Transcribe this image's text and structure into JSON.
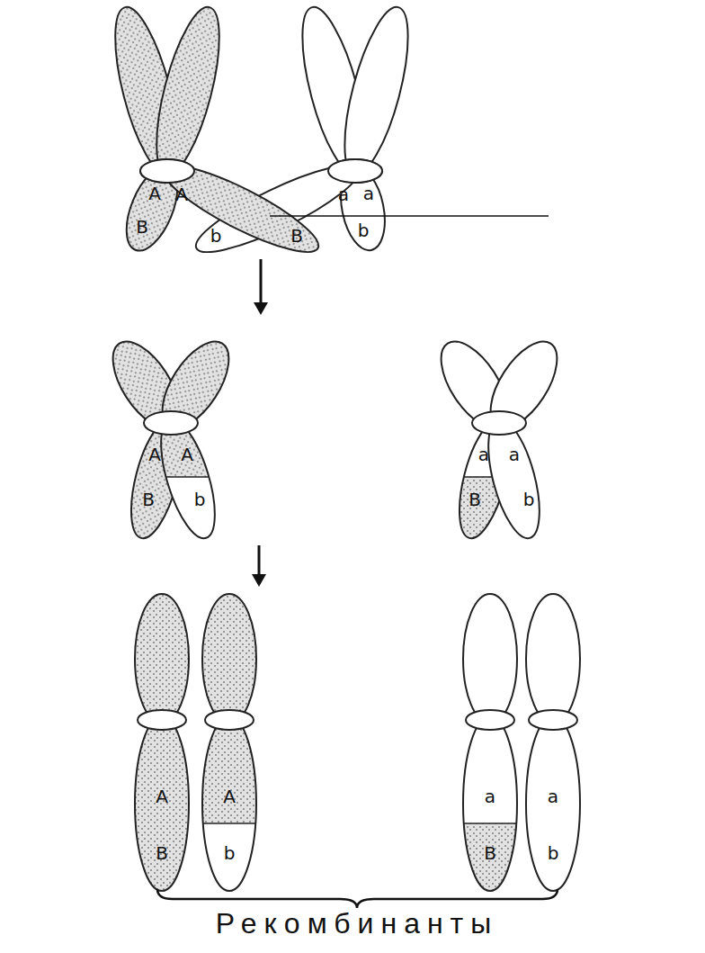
{
  "diagram": {
    "labels": [
      "A",
      "A",
      "a",
      "a",
      "B",
      "b",
      "B",
      "b",
      "A",
      "A",
      "a",
      "a",
      "B",
      "b",
      "B",
      "b",
      "A",
      "A",
      "a",
      "a",
      "B",
      "b",
      "B",
      "b",
      "Рекомбинанты"
    ]
  }
}
